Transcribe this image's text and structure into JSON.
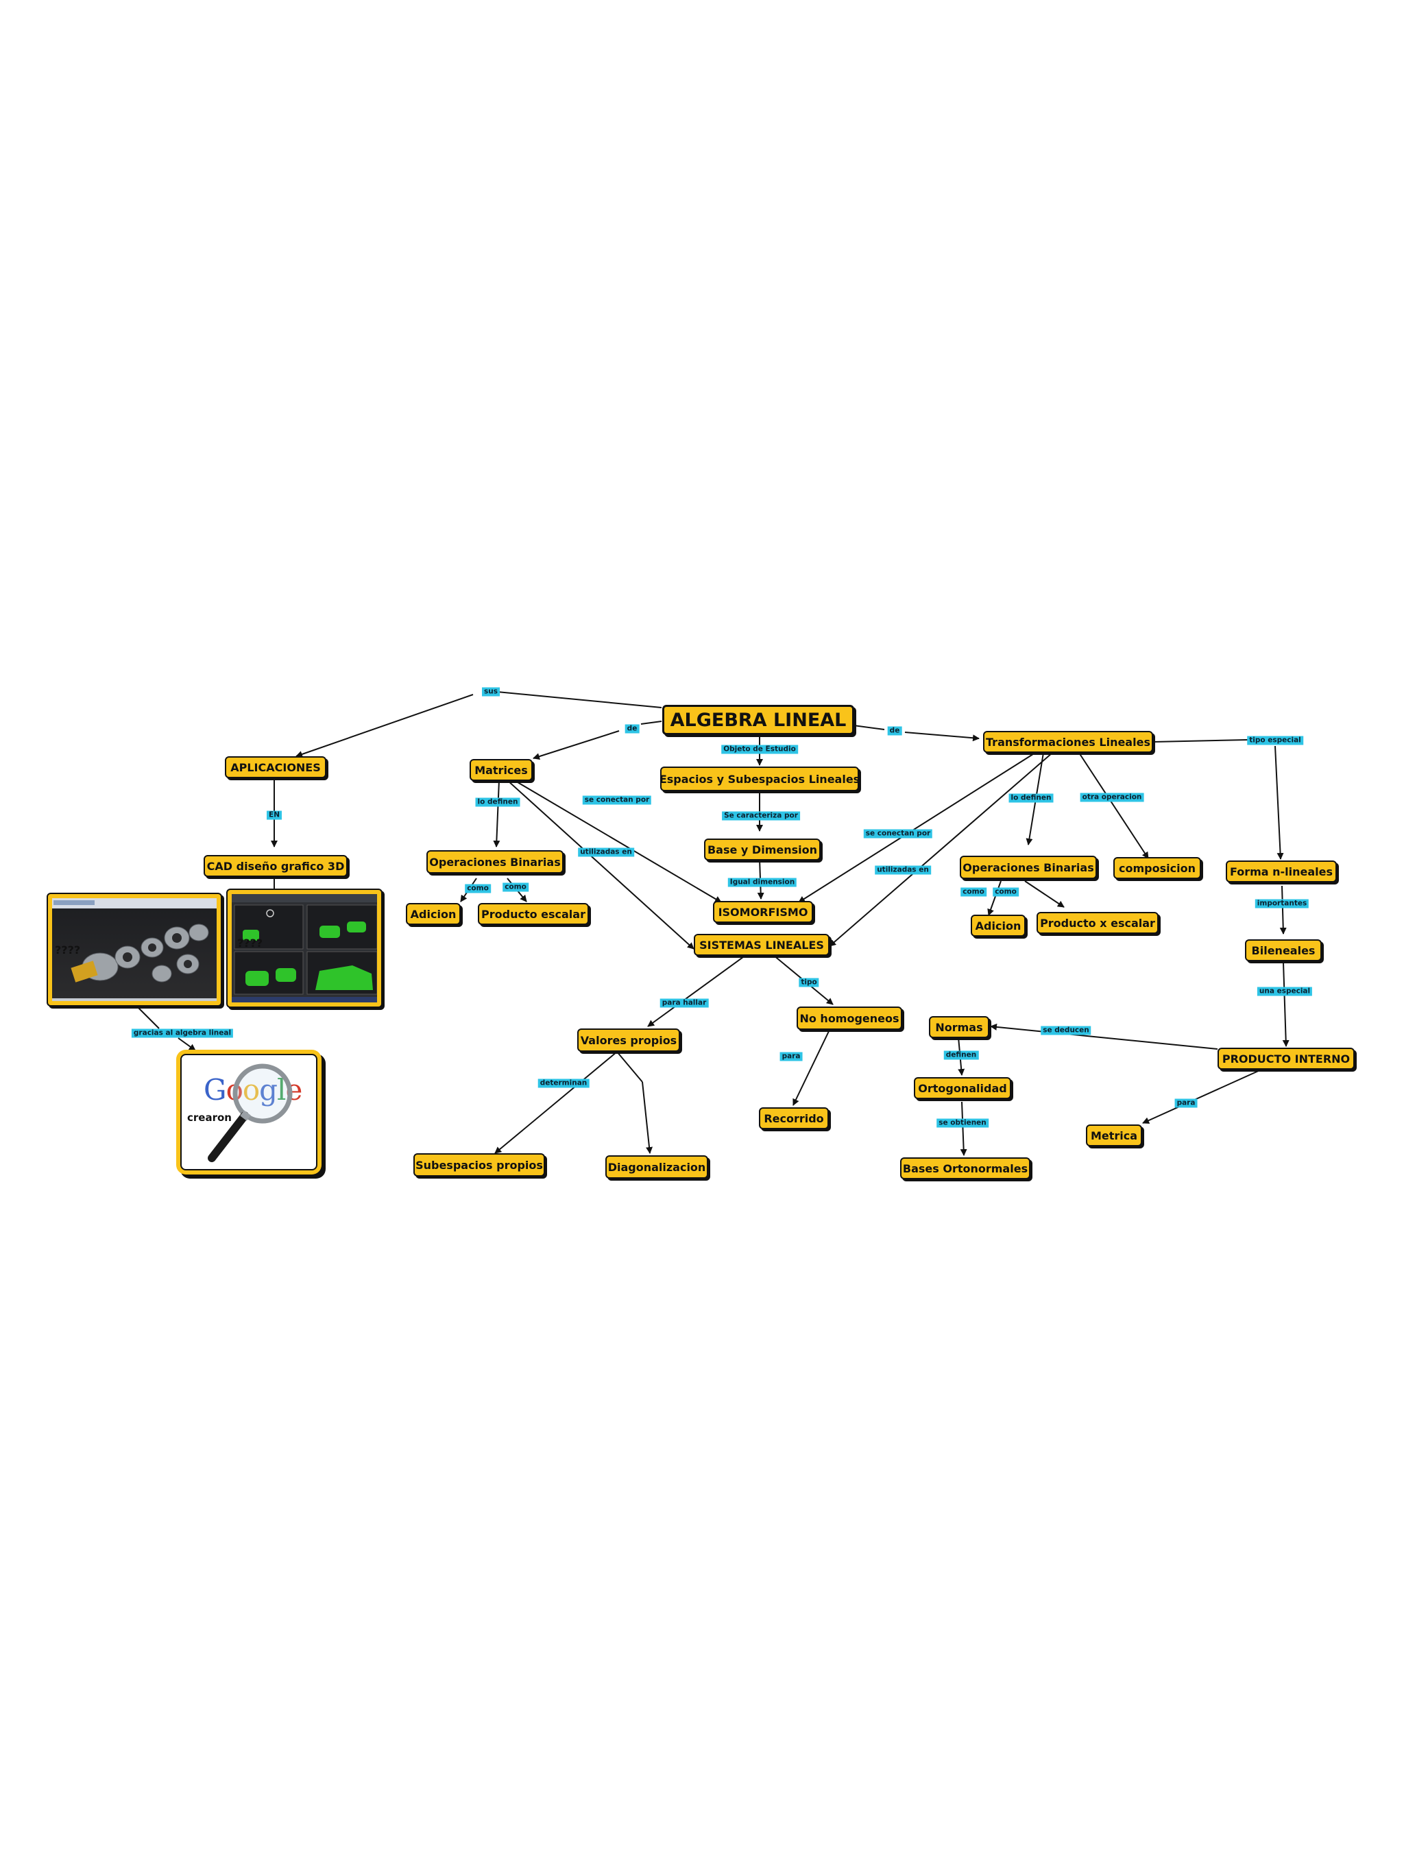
{
  "nodes": {
    "algebra": "ALGEBRA LINEAL",
    "aplicaciones": "APLICACIONES",
    "cad": "CAD diseño grafico 3D",
    "matrices": "Matrices",
    "espacios": "Espacios y Subespacios Lineales",
    "base": "Base y Dimension",
    "isomorfismo": "ISOMORFISMO",
    "sistemas": "SISTEMAS LINEALES",
    "opbin1": "Operaciones Binarias",
    "adicion1": "Adicion",
    "prodesc1": "Producto escalar",
    "transformaciones": "Transformaciones Lineales",
    "opbin2": "Operaciones Binarias",
    "adicion2": "Adicion",
    "prodesc2": "Producto x escalar",
    "composicion": "composicion",
    "forma": "Forma n-lineales",
    "bileneales": "Bileneales",
    "producto_interno": "PRODUCTO INTERNO",
    "normas": "Normas",
    "ortogonalidad": "Ortogonalidad",
    "bases_orto": "Bases Ortonormales",
    "metrica": "Metrica",
    "valores": "Valores propios",
    "subespacios_propios": "Subespacios propios",
    "diagonalizacion": "Diagonalizacion",
    "no_homogeneos": "No homogeneos",
    "recorrido": "Recorrido"
  },
  "labels": {
    "sus": "sus",
    "de_left": "de",
    "de_right": "de",
    "objeto": "Objeto de Estudio",
    "caracteriza": "Se caracteriza por",
    "igual_dim": "Igual dimension",
    "en": "EN",
    "lo_definen1": "lo definen",
    "como1a": "como",
    "como1b": "como",
    "se_conectan1": "se conectan por",
    "utilizadas1": "utilizadas en",
    "se_conectan2": "se conectan por",
    "utilizadas2": "utilizadas en",
    "lo_definen2": "lo definen",
    "otra_op": "otra operacion",
    "como2a": "como",
    "como2b": "como",
    "tipo_especial": "tipo especial",
    "importantes": "importantes",
    "una_especial": "una especial",
    "se_deducen": "se deducen",
    "definen": "definen",
    "se_obtienen": "se obtienen",
    "para_metrica": "para",
    "para_hallar": "para hallar",
    "determinan": "determinan",
    "tipo": "tipo",
    "para_recorrido": "para",
    "gracias": "gracias al algebra lineal"
  },
  "images": {
    "qmarks_left": "????",
    "qmarks_right": "????",
    "google_letters": [
      "G",
      "o",
      "o",
      "g",
      "l",
      "e"
    ],
    "google_colors": [
      "#3a63c9",
      "#d53a2a",
      "#f1b51d",
      "#3a63c9",
      "#2f9b46",
      "#d53a2a"
    ],
    "crearon": "crearon"
  },
  "colors": {
    "node_fill": "#f9c31a",
    "label_fill": "#2ec4e6",
    "edge": "#111111"
  }
}
